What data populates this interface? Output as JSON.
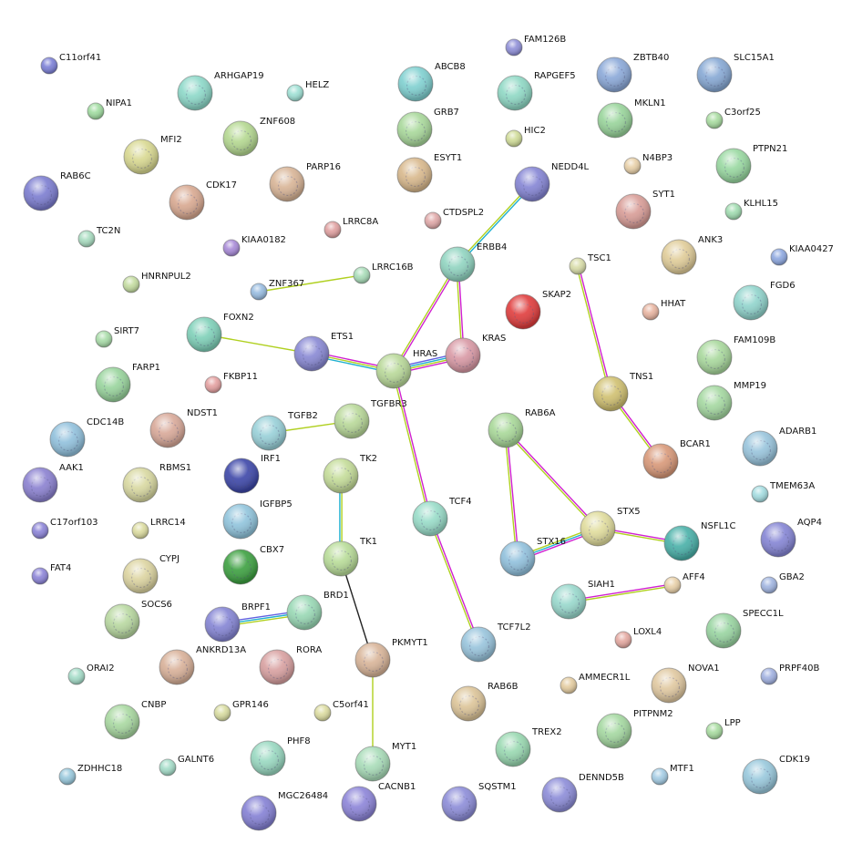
{
  "colors": {
    "coexpression": "#222222",
    "experiments": "#d020d0",
    "database": "#20b0d0",
    "textmining": "#b0d020",
    "homology": "#6060e0",
    "label": "#111111"
  },
  "nodes": [
    {
      "id": "C11orf41",
      "label": "C11orf41",
      "color": "#7b7fd6",
      "size": "small"
    },
    {
      "id": "FAM126B",
      "label": "FAM126B",
      "color": "#8f8fd8",
      "size": "small"
    },
    {
      "id": "ABCB8",
      "label": "ABCB8",
      "color": "#7fd0d0",
      "size": "large"
    },
    {
      "id": "RAPGEF5",
      "label": "RAPGEF5",
      "color": "#8ed8c4",
      "size": "large"
    },
    {
      "id": "ZBTB40",
      "label": "ZBTB40",
      "color": "#8aa8d8",
      "size": "large"
    },
    {
      "id": "SLC15A1",
      "label": "SLC15A1",
      "color": "#86a8d4",
      "size": "large"
    },
    {
      "id": "NIPA1",
      "label": "NIPA1",
      "color": "#a0dca0",
      "size": "small"
    },
    {
      "id": "ARHGAP19",
      "label": "ARHGAP19",
      "color": "#8cd8c8",
      "size": "large"
    },
    {
      "id": "HELZ",
      "label": "HELZ",
      "color": "#9ee0d4",
      "size": "small"
    },
    {
      "id": "MKLN1",
      "label": "MKLN1",
      "color": "#98d49a",
      "size": "large"
    },
    {
      "id": "GRB7",
      "label": "GRB7",
      "color": "#a8d89a",
      "size": "large"
    },
    {
      "id": "C3orf25",
      "label": "C3orf25",
      "color": "#a8dca0",
      "size": "small"
    },
    {
      "id": "MFI2",
      "label": "MFI2",
      "color": "#d8d890",
      "size": "large"
    },
    {
      "id": "ZNF608",
      "label": "ZNF608",
      "color": "#b4d890",
      "size": "large"
    },
    {
      "id": "HIC2",
      "label": "HIC2",
      "color": "#d0dc98",
      "size": "small"
    },
    {
      "id": "ESYT1",
      "label": "ESYT1",
      "color": "#d8b88c",
      "size": "large"
    },
    {
      "id": "N4BP3",
      "label": "N4BP3",
      "color": "#e8d0a8",
      "size": "small"
    },
    {
      "id": "PTPN21",
      "label": "PTPN21",
      "color": "#98d8a0",
      "size": "large"
    },
    {
      "id": "RAB6C",
      "label": "RAB6C",
      "color": "#7b7cd0",
      "size": "large"
    },
    {
      "id": "CDK17",
      "label": "CDK17",
      "color": "#d8a890",
      "size": "large"
    },
    {
      "id": "PARP16",
      "label": "PARP16",
      "color": "#d8b496",
      "size": "large"
    },
    {
      "id": "NEDD4L",
      "label": "NEDD4L",
      "color": "#8484d4",
      "size": "large"
    },
    {
      "id": "SYT1",
      "label": "SYT1",
      "color": "#d89c96",
      "size": "large"
    },
    {
      "id": "KLHL15",
      "label": "KLHL15",
      "color": "#a0dcb0",
      "size": "small"
    },
    {
      "id": "TC2N",
      "label": "TC2N",
      "color": "#a8dcc0",
      "size": "small"
    },
    {
      "id": "LRRC8A",
      "label": "LRRC8A",
      "color": "#e0a0a0",
      "size": "small"
    },
    {
      "id": "CTDSPL2",
      "label": "CTDSPL2",
      "color": "#e0a8a8",
      "size": "small"
    },
    {
      "id": "KIAA0182",
      "label": "KIAA0182",
      "color": "#a88ad8",
      "size": "small"
    },
    {
      "id": "ANK3",
      "label": "ANK3",
      "color": "#e0cc98",
      "size": "large"
    },
    {
      "id": "KIAA0427",
      "label": "KIAA0427",
      "color": "#8ea8e0",
      "size": "small"
    },
    {
      "id": "ERBB4",
      "label": "ERBB4",
      "color": "#90d4c0",
      "size": "large"
    },
    {
      "id": "TSC1",
      "label": "TSC1",
      "color": "#d8dca8",
      "size": "small"
    },
    {
      "id": "HNRNPUL2",
      "label": "HNRNPUL2",
      "color": "#c4dca0",
      "size": "small"
    },
    {
      "id": "LRRC16B",
      "label": "LRRC16B",
      "color": "#a8dcb8",
      "size": "small"
    },
    {
      "id": "ZNF367",
      "label": "ZNF367",
      "color": "#98bce0",
      "size": "small"
    },
    {
      "id": "SKAP2",
      "label": "SKAP2",
      "color": "#e03c3c",
      "size": "large"
    },
    {
      "id": "FGD6",
      "label": "FGD6",
      "color": "#90d4cc",
      "size": "large"
    },
    {
      "id": "HHAT",
      "label": "HHAT",
      "color": "#e8b4a0",
      "size": "small"
    },
    {
      "id": "FOXN2",
      "label": "FOXN2",
      "color": "#7ed0b8",
      "size": "large"
    },
    {
      "id": "SIRT7",
      "label": "SIRT7",
      "color": "#a8dca8",
      "size": "small"
    },
    {
      "id": "ETS1",
      "label": "ETS1",
      "color": "#8888d4",
      "size": "large"
    },
    {
      "id": "HRAS",
      "label": "HRAS",
      "color": "#b8d898",
      "size": "large"
    },
    {
      "id": "KRAS",
      "label": "KRAS",
      "color": "#d898a4",
      "size": "large"
    },
    {
      "id": "FAM109B",
      "label": "FAM109B",
      "color": "#a8d89c",
      "size": "large"
    },
    {
      "id": "FARP1",
      "label": "FARP1",
      "color": "#98d49c",
      "size": "large"
    },
    {
      "id": "FKBP11",
      "label": "FKBP11",
      "color": "#e4a0a0",
      "size": "small"
    },
    {
      "id": "TNS1",
      "label": "TNS1",
      "color": "#d0c070",
      "size": "large"
    },
    {
      "id": "MMP19",
      "label": "MMP19",
      "color": "#a4d8a0",
      "size": "large"
    },
    {
      "id": "TGFBR3",
      "label": "TGFBR3",
      "color": "#b8d898",
      "size": "large"
    },
    {
      "id": "NDST1",
      "label": "NDST1",
      "color": "#d8a898",
      "size": "large"
    },
    {
      "id": "TGFB2",
      "label": "TGFB2",
      "color": "#98d0d8",
      "size": "large"
    },
    {
      "id": "RAB6A",
      "label": "RAB6A",
      "color": "#a8d898",
      "size": "large"
    },
    {
      "id": "CDC14B",
      "label": "CDC14B",
      "color": "#90c0dc",
      "size": "large"
    },
    {
      "id": "ADARB1",
      "label": "ADARB1",
      "color": "#98c4dc",
      "size": "large"
    },
    {
      "id": "IRF1",
      "label": "IRF1",
      "color": "#3c46a8",
      "size": "large"
    },
    {
      "id": "BCAR1",
      "label": "BCAR1",
      "color": "#d89878",
      "size": "large"
    },
    {
      "id": "AAK1",
      "label": "AAK1",
      "color": "#8a80d0",
      "size": "large"
    },
    {
      "id": "RBMS1",
      "label": "RBMS1",
      "color": "#d8d8a0",
      "size": "large"
    },
    {
      "id": "TK2",
      "label": "TK2",
      "color": "#c4dc98",
      "size": "large"
    },
    {
      "id": "TMEM63A",
      "label": "TMEM63A",
      "color": "#a4dce0",
      "size": "small"
    },
    {
      "id": "IGFBP5",
      "label": "IGFBP5",
      "color": "#90c4dc",
      "size": "large"
    },
    {
      "id": "TCF4",
      "label": "TCF4",
      "color": "#98dcc8",
      "size": "large"
    },
    {
      "id": "C17orf103",
      "label": "C17orf103",
      "color": "#8c84d8",
      "size": "small"
    },
    {
      "id": "LRRC14",
      "label": "LRRC14",
      "color": "#dcdca0",
      "size": "small"
    },
    {
      "id": "STX5",
      "label": "STX5",
      "color": "#e0dc9c",
      "size": "large"
    },
    {
      "id": "NSFL1C",
      "label": "NSFL1C",
      "color": "#48b0a8",
      "size": "large"
    },
    {
      "id": "AQP4",
      "label": "AQP4",
      "color": "#8484d4",
      "size": "large"
    },
    {
      "id": "CBX7",
      "label": "CBX7",
      "color": "#3ca040",
      "size": "large"
    },
    {
      "id": "STX16",
      "label": "STX16",
      "color": "#90c0dc",
      "size": "large"
    },
    {
      "id": "TK1",
      "label": "TK1",
      "color": "#b8dc98",
      "size": "large"
    },
    {
      "id": "FAT4",
      "label": "FAT4",
      "color": "#8c84d8",
      "size": "small"
    },
    {
      "id": "CYPJ",
      "label": "CYPJ",
      "color": "#dcd4a0",
      "size": "large"
    },
    {
      "id": "AFF4",
      "label": "AFF4",
      "color": "#e8d0a8",
      "size": "small"
    },
    {
      "id": "GBA2",
      "label": "GBA2",
      "color": "#a0b4e0",
      "size": "small"
    },
    {
      "id": "SIAH1",
      "label": "SIAH1",
      "color": "#98d8cc",
      "size": "large"
    },
    {
      "id": "SOCS6",
      "label": "SOCS6",
      "color": "#b8d8a0",
      "size": "large"
    },
    {
      "id": "BRPF1",
      "label": "BRPF1",
      "color": "#8484d4",
      "size": "large"
    },
    {
      "id": "BRD1",
      "label": "BRD1",
      "color": "#98d8b4",
      "size": "large"
    },
    {
      "id": "SPECC1L",
      "label": "SPECC1L",
      "color": "#98d4a0",
      "size": "large"
    },
    {
      "id": "LOXL4",
      "label": "LOXL4",
      "color": "#e4a8a0",
      "size": "small"
    },
    {
      "id": "ANKRD13A",
      "label": "ANKRD13A",
      "color": "#d8b098",
      "size": "large"
    },
    {
      "id": "RORA",
      "label": "RORA",
      "color": "#d8a0a0",
      "size": "large"
    },
    {
      "id": "PKMYT1",
      "label": "PKMYT1",
      "color": "#d8b498",
      "size": "large"
    },
    {
      "id": "TCF7L2",
      "label": "TCF7L2",
      "color": "#98c4dc",
      "size": "large"
    },
    {
      "id": "ORAI2",
      "label": "ORAI2",
      "color": "#a4dcc8",
      "size": "small"
    },
    {
      "id": "AMMECR1L",
      "label": "AMMECR1L",
      "color": "#e4cca0",
      "size": "small"
    },
    {
      "id": "NOVA1",
      "label": "NOVA1",
      "color": "#e0c8a0",
      "size": "large"
    },
    {
      "id": "PRPF40B",
      "label": "PRPF40B",
      "color": "#a0b0e0",
      "size": "small"
    },
    {
      "id": "CNBP",
      "label": "CNBP",
      "color": "#a8d8a0",
      "size": "large"
    },
    {
      "id": "GPR146",
      "label": "GPR146",
      "color": "#d8dca0",
      "size": "small"
    },
    {
      "id": "C5orf41",
      "label": "C5orf41",
      "color": "#dcdca0",
      "size": "small"
    },
    {
      "id": "RAB6B",
      "label": "RAB6B",
      "color": "#dcc498",
      "size": "large"
    },
    {
      "id": "PITPNM2",
      "label": "PITPNM2",
      "color": "#a4d8a0",
      "size": "large"
    },
    {
      "id": "LPP",
      "label": "LPP",
      "color": "#a8dca0",
      "size": "small"
    },
    {
      "id": "ZDHHC18",
      "label": "ZDHHC18",
      "color": "#98c8dc",
      "size": "small"
    },
    {
      "id": "GALNT6",
      "label": "GALNT6",
      "color": "#a4dcc8",
      "size": "small"
    },
    {
      "id": "PHF8",
      "label": "PHF8",
      "color": "#98d8c0",
      "size": "large"
    },
    {
      "id": "MYT1",
      "label": "MYT1",
      "color": "#a8dcb8",
      "size": "large"
    },
    {
      "id": "TREX2",
      "label": "TREX2",
      "color": "#98d8b0",
      "size": "large"
    },
    {
      "id": "DENND5B",
      "label": "DENND5B",
      "color": "#8c8cd8",
      "size": "large"
    },
    {
      "id": "MTF1",
      "label": "MTF1",
      "color": "#a4cce4",
      "size": "small"
    },
    {
      "id": "CDK19",
      "label": "CDK19",
      "color": "#98c8dc",
      "size": "large"
    },
    {
      "id": "MGC26484",
      "label": "MGC26484",
      "color": "#8480d4",
      "size": "large"
    },
    {
      "id": "CACNB1",
      "label": "CACNB1",
      "color": "#8c84d8",
      "size": "large"
    },
    {
      "id": "SQSTM1",
      "label": "SQSTM1",
      "color": "#8c8cd8",
      "size": "large"
    }
  ],
  "edges": [
    {
      "source": "NEDD4L",
      "target": "ERBB4",
      "evidence": [
        "database",
        "textmining"
      ]
    },
    {
      "source": "ERBB4",
      "target": "HRAS",
      "evidence": [
        "experiments",
        "textmining"
      ]
    },
    {
      "source": "ERBB4",
      "target": "KRAS",
      "evidence": [
        "experiments",
        "textmining"
      ]
    },
    {
      "source": "ZNF367",
      "target": "LRRC16B",
      "evidence": [
        "textmining"
      ]
    },
    {
      "source": "FOXN2",
      "target": "ETS1",
      "evidence": [
        "textmining"
      ]
    },
    {
      "source": "ETS1",
      "target": "HRAS",
      "evidence": [
        "experiments",
        "textmining",
        "database"
      ]
    },
    {
      "source": "HRAS",
      "target": "KRAS",
      "evidence": [
        "homology",
        "database",
        "textmining",
        "experiments"
      ]
    },
    {
      "source": "HRAS",
      "target": "TCF4",
      "evidence": [
        "experiments",
        "textmining"
      ]
    },
    {
      "source": "TSC1",
      "target": "TNS1",
      "evidence": [
        "experiments",
        "textmining"
      ]
    },
    {
      "source": "TNS1",
      "target": "BCAR1",
      "evidence": [
        "experiments",
        "textmining"
      ]
    },
    {
      "source": "TGFB2",
      "target": "TGFBR3",
      "evidence": [
        "textmining"
      ]
    },
    {
      "source": "TK2",
      "target": "TK1",
      "evidence": [
        "textmining",
        "database"
      ]
    },
    {
      "source": "TK1",
      "target": "PKMYT1",
      "evidence": [
        "coexpression"
      ]
    },
    {
      "source": "PKMYT1",
      "target": "MYT1",
      "evidence": [
        "textmining"
      ]
    },
    {
      "source": "TCF4",
      "target": "TCF7L2",
      "evidence": [
        "experiments",
        "textmining"
      ]
    },
    {
      "source": "RAB6A",
      "target": "STX5",
      "evidence": [
        "experiments",
        "textmining"
      ]
    },
    {
      "source": "RAB6A",
      "target": "STX16",
      "evidence": [
        "experiments",
        "textmining"
      ]
    },
    {
      "source": "STX5",
      "target": "STX16",
      "evidence": [
        "experiments",
        "database",
        "textmining"
      ]
    },
    {
      "source": "STX5",
      "target": "NSFL1C",
      "evidence": [
        "experiments",
        "textmining"
      ]
    },
    {
      "source": "SIAH1",
      "target": "AFF4",
      "evidence": [
        "experiments",
        "textmining"
      ]
    },
    {
      "source": "BRPF1",
      "target": "BRD1",
      "evidence": [
        "homology",
        "database",
        "textmining"
      ]
    }
  ]
}
